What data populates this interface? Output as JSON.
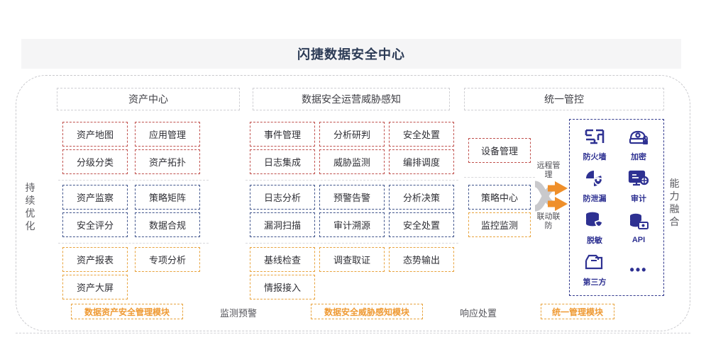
{
  "header": {
    "title": "闪捷数据安全中心"
  },
  "side_labels": {
    "left": "持续优化",
    "right": "能力融合"
  },
  "sections": [
    {
      "name": "asset-center",
      "title": "资产中心"
    },
    {
      "name": "threat-awareness",
      "title": "数据安全运营威胁感知"
    },
    {
      "name": "unified-control",
      "title": "统一管控"
    }
  ],
  "asset_center": {
    "groups": [
      {
        "color": "#c0504d",
        "rows": [
          [
            "资产地图",
            "应用管理"
          ],
          [
            "分级分类",
            "资产拓扑"
          ]
        ]
      },
      {
        "color": "#41558c",
        "rows": [
          [
            "资产监察",
            "策略矩阵"
          ],
          [
            "安全评分",
            "数据合规"
          ]
        ]
      },
      {
        "color": "#e8a33d",
        "rows": [
          [
            "资产报表",
            "专项分析"
          ],
          [
            "资产大屏"
          ]
        ]
      }
    ]
  },
  "threat_awareness": {
    "groups": [
      {
        "color": "#c0504d",
        "rows": [
          [
            "事件管理",
            "分析研判",
            "安全处置"
          ],
          [
            "日志集成",
            "威胁监测",
            "编排调度"
          ]
        ]
      },
      {
        "color": "#41558c",
        "rows": [
          [
            "日志分析",
            "预警告警",
            "分析决策"
          ],
          [
            "漏洞扫描",
            "审计溯源",
            "安全处置"
          ]
        ]
      },
      {
        "color": "#e8a33d",
        "rows": [
          [
            "基线检查",
            "调查取证",
            "态势输出"
          ],
          [
            "情报接入"
          ]
        ]
      }
    ]
  },
  "unified_control": {
    "items": [
      {
        "label": "设备管理",
        "color": "#c0504d"
      },
      {
        "label": "策略中心",
        "color": "#41558c"
      },
      {
        "label": "监控监测",
        "color": "#e8a33d"
      }
    ],
    "arrow_labels": {
      "top": "远程管理",
      "bottom": "联动联防"
    }
  },
  "capabilities": {
    "border_color": "#333a8e",
    "items": [
      {
        "icon": "firewall-icon",
        "label": "防火墙"
      },
      {
        "icon": "encryption-icon",
        "label": "加密"
      },
      {
        "icon": "leak-prevention-icon",
        "label": "防泄漏"
      },
      {
        "icon": "audit-icon",
        "label": "审计"
      },
      {
        "icon": "desensitization-icon",
        "label": "脱敏"
      },
      {
        "icon": "api-icon",
        "label": "API"
      },
      {
        "icon": "third-party-icon",
        "label": "第三方"
      },
      {
        "icon": "ellipsis-icon",
        "label": "•••"
      }
    ]
  },
  "footer": {
    "badges": [
      "数据资产安全管理模块",
      "数据安全威胁感知模块",
      "统一管理模块"
    ],
    "labels": [
      "监测预警",
      "响应处置"
    ]
  },
  "colors": {
    "title_text": "#2b3a55",
    "red": "#c0504d",
    "blue": "#41558c",
    "orange": "#e8a33d",
    "navy": "#2e3192",
    "band_bg": "#f5f5f6"
  }
}
